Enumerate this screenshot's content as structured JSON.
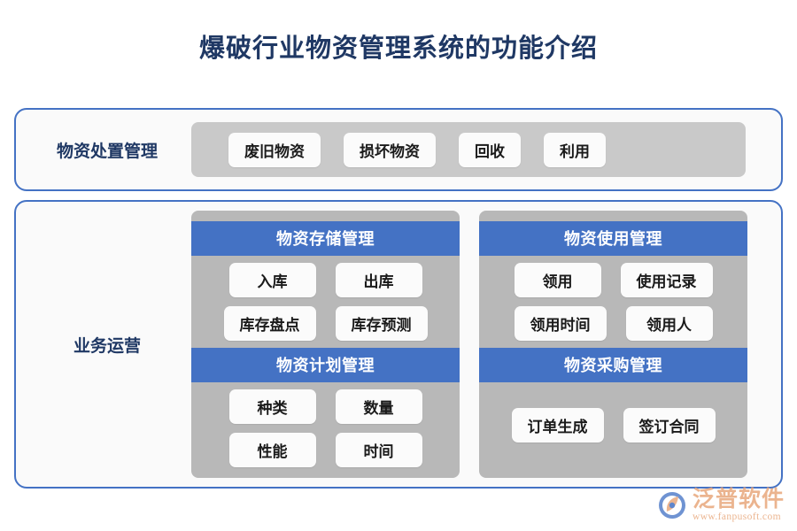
{
  "title": "爆破行业物资管理系统的功能介绍",
  "brand": {
    "title_color": "#1F3864",
    "accent_blue": "#4472C4",
    "panel_gray": "#B8B8B8",
    "strip_gray": "#C9C9C9",
    "logo_orange": "#E8A87C"
  },
  "sections": [
    {
      "label": "物资处置管理",
      "items": [
        "废旧物资",
        "损坏物资",
        "回收",
        "利用"
      ]
    },
    {
      "label": "业务运营",
      "columns": [
        {
          "groups": [
            {
              "header": "物资存储管理",
              "items": [
                "入库",
                "出库",
                "库存盘点",
                "库存预测"
              ]
            },
            {
              "header": "物资计划管理",
              "items": [
                "种类",
                "数量",
                "性能",
                "时间"
              ]
            }
          ]
        },
        {
          "groups": [
            {
              "header": "物资使用管理",
              "items": [
                "领用",
                "使用记录",
                "领用时间",
                "领用人"
              ]
            },
            {
              "header": "物资采购管理",
              "items": [
                "订单生成",
                "签订合同"
              ]
            }
          ]
        }
      ]
    }
  ],
  "logo": {
    "name": "泛普软件",
    "url": "www.fanpusoft.com"
  }
}
